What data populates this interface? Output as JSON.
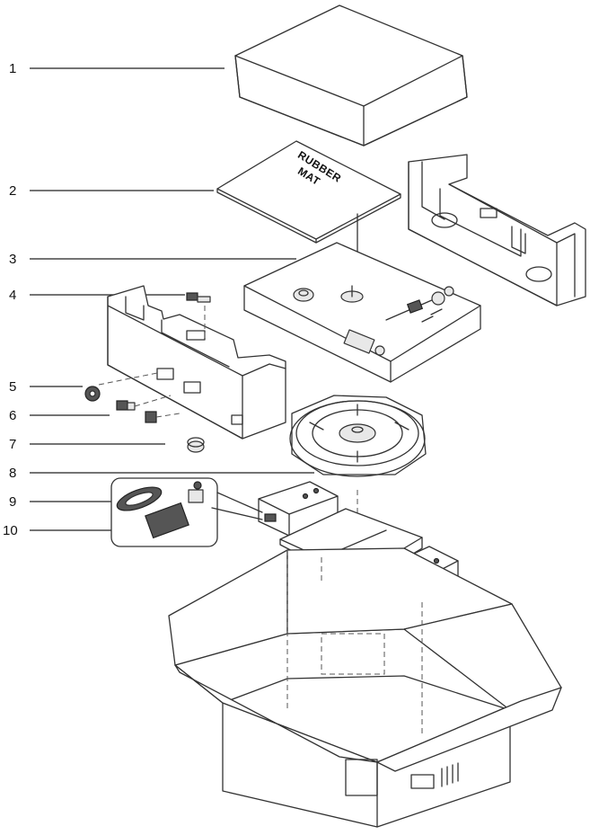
{
  "callouts": [
    {
      "number": "1",
      "part": "box-lid-foam"
    },
    {
      "number": "2",
      "part": "rubber-mat"
    },
    {
      "number": "3",
      "part": "turntable-base"
    },
    {
      "number": "4",
      "part": "headshell-cartridge"
    },
    {
      "number": "5",
      "part": "adapter"
    },
    {
      "number": "6",
      "part": "clip"
    },
    {
      "number": "7",
      "part": "counterweight"
    },
    {
      "number": "8",
      "part": "platter"
    },
    {
      "number": "9",
      "part": "belt-accessories"
    },
    {
      "number": "10",
      "part": "power-adapter"
    }
  ],
  "mat_text": {
    "line1": "RUBBER",
    "line2": "MAT"
  },
  "colors": {
    "line": "#333333",
    "background": "#ffffff"
  }
}
